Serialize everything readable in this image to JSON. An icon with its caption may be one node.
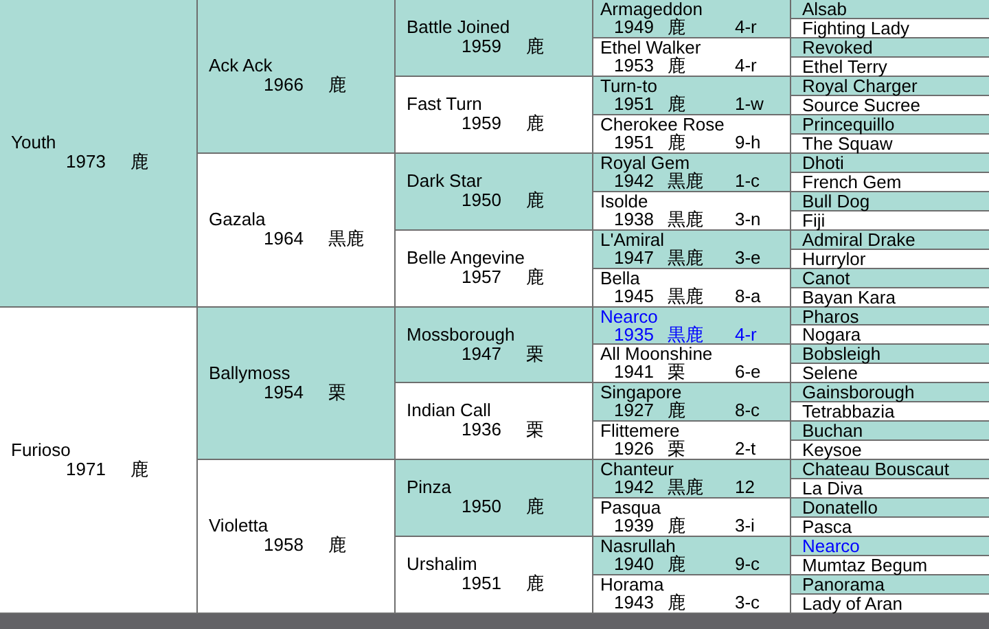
{
  "diagram": {
    "nodes": [
      {
        "text": [
          "Youth",
          "1973",
          "鹿"
        ]
      },
      {
        "text": [
          "Ack Ack",
          "1966",
          "鹿"
        ]
      },
      {
        "text": [
          "Battle Joined",
          "1959",
          "鹿"
        ]
      },
      {
        "text": [
          "Armageddon",
          "1949",
          "鹿",
          "4-r"
        ]
      },
      {
        "text": [
          "Alsab"
        ]
      },
      {
        "text": [
          "Fighting Lady"
        ]
      },
      {
        "text": [
          "Ethel Walker",
          "1953",
          "鹿",
          "4-r"
        ]
      },
      {
        "text": [
          "Revoked"
        ]
      },
      {
        "text": [
          "Ethel Terry"
        ]
      },
      {
        "text": [
          "Fast Turn",
          "1959",
          "鹿"
        ]
      },
      {
        "text": [
          "Turn-to",
          "1951",
          "鹿",
          "1-w"
        ]
      },
      {
        "text": [
          "Royal Charger"
        ]
      },
      {
        "text": [
          "Source Sucree"
        ]
      },
      {
        "text": [
          "Cherokee Rose",
          "1951",
          "鹿",
          "9-h"
        ]
      },
      {
        "text": [
          "Princequillo"
        ]
      },
      {
        "text": [
          "The Squaw"
        ]
      },
      {
        "text": [
          "Gazala",
          "1964",
          "黒鹿"
        ]
      },
      {
        "text": [
          "Dark Star",
          "1950",
          "鹿"
        ]
      },
      {
        "text": [
          "Royal Gem",
          "1942",
          "黒鹿",
          "1-c"
        ]
      },
      {
        "text": [
          "Dhoti"
        ]
      },
      {
        "text": [
          "French Gem"
        ]
      },
      {
        "text": [
          "Isolde",
          "1938",
          "黒鹿",
          "3-n"
        ]
      },
      {
        "text": [
          "Bull Dog"
        ]
      },
      {
        "text": [
          "Fiji"
        ]
      },
      {
        "text": [
          "Belle Angevine",
          "1957",
          "鹿"
        ]
      },
      {
        "text": [
          "L'Amiral",
          "1947",
          "黒鹿",
          "3-e"
        ]
      },
      {
        "text": [
          "Admiral Drake"
        ]
      },
      {
        "text": [
          "Hurrylor"
        ]
      },
      {
        "text": [
          "Bella",
          "1945",
          "黒鹿",
          "8-a"
        ]
      },
      {
        "text": [
          "Canot"
        ]
      },
      {
        "text": [
          "Bayan Kara"
        ]
      },
      {
        "text": [
          "Furioso",
          "1971",
          "鹿"
        ]
      },
      {
        "text": [
          "Ballymoss",
          "1954",
          "栗"
        ]
      },
      {
        "text": [
          "Mossborough",
          "1947",
          "栗"
        ]
      },
      {
        "text": [
          "Nearco",
          "1935",
          "黒鹿",
          "4-r"
        ]
      },
      {
        "text": [
          "Pharos"
        ]
      },
      {
        "text": [
          "Nogara"
        ]
      },
      {
        "text": [
          "All Moonshine",
          "1941",
          "栗",
          "6-e"
        ]
      },
      {
        "text": [
          "Bobsleigh"
        ]
      },
      {
        "text": [
          "Selene"
        ]
      },
      {
        "text": [
          "Indian Call",
          "1936",
          "栗"
        ]
      },
      {
        "text": [
          "Singapore",
          "1927",
          "鹿",
          "8-c"
        ]
      },
      {
        "text": [
          "Gainsborough"
        ]
      },
      {
        "text": [
          "Tetrabbazia"
        ]
      },
      {
        "text": [
          "Flittemere",
          "1926",
          "栗",
          "2-t"
        ]
      },
      {
        "text": [
          "Buchan"
        ]
      },
      {
        "text": [
          "Keysoe"
        ]
      },
      {
        "text": [
          "Violetta",
          "1958",
          "鹿"
        ]
      },
      {
        "text": [
          "Pinza",
          "1950",
          "鹿"
        ]
      },
      {
        "text": [
          "Chanteur",
          "1942",
          "黒鹿",
          "12"
        ]
      },
      {
        "text": [
          "Chateau Bouscaut"
        ]
      },
      {
        "text": [
          "La Diva"
        ]
      },
      {
        "text": [
          "Pasqua",
          "1939",
          "鹿",
          "3-i"
        ]
      },
      {
        "text": [
          "Donatello"
        ]
      },
      {
        "text": [
          "Pasca"
        ]
      },
      {
        "text": [
          "Urshalim",
          "1951",
          "鹿"
        ]
      },
      {
        "text": [
          "Nasrullah",
          "1940",
          "鹿",
          "9-c"
        ]
      },
      {
        "text": [
          "Nearco"
        ]
      },
      {
        "text": [
          "Mumtaz Begum"
        ]
      },
      {
        "text": [
          "Horama",
          "1943",
          "鹿",
          "3-c"
        ]
      },
      {
        "text": [
          "Panorama"
        ]
      },
      {
        "text": [
          "Lady of Aran"
        ]
      }
    ]
  }
}
